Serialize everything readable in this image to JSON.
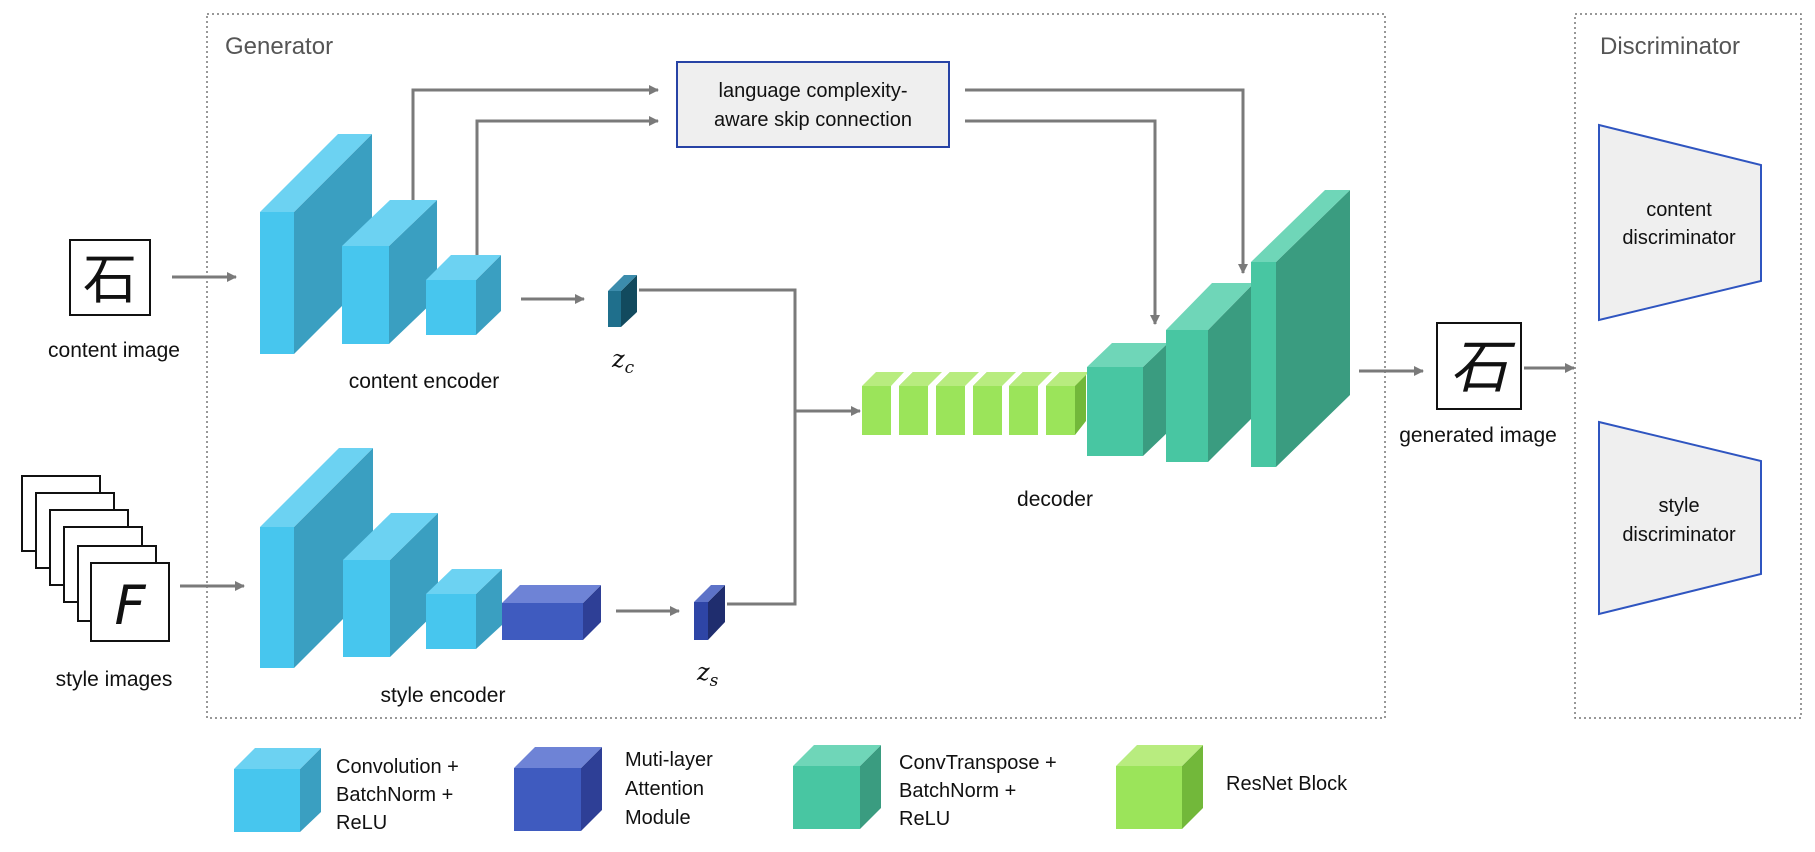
{
  "generator": {
    "title": "Generator"
  },
  "discriminator": {
    "title": "Discriminator",
    "content_line1": "content",
    "content_line2": "discriminator",
    "style_line1": "style",
    "style_line2": "discriminator"
  },
  "skip": {
    "line1": "language complexity-",
    "line2": "aware skip connection"
  },
  "inputs": {
    "content_glyph": "石",
    "content_label": "content image",
    "style_glyph": "F",
    "style_label": "style images"
  },
  "output": {
    "glyph": "石",
    "label": "generated image"
  },
  "encoders": {
    "content_label": "content encoder",
    "style_label": "style encoder"
  },
  "latents": {
    "zc": "zc",
    "zs": "zs"
  },
  "decoder": {
    "label": "decoder"
  },
  "legend": [
    {
      "line1": "Convolution +",
      "line2": "BatchNorm +",
      "line3": "ReLU"
    },
    {
      "line1": "Muti-layer",
      "line2": "Attention",
      "line3": "Module"
    },
    {
      "line1": "ConvTranspose +",
      "line2": "BatchNorm +",
      "line3": "ReLU"
    },
    {
      "line1": "ResNet Block",
      "line2": "",
      "line3": ""
    }
  ],
  "colors": {
    "conv": "#47c6ee",
    "attention": "#3f5bbf",
    "convtranspose": "#48c6a2",
    "resnet": "#9be45a",
    "zc": "#1f6f8c",
    "frame": "#777777",
    "arrow": "#7a7a7a"
  }
}
